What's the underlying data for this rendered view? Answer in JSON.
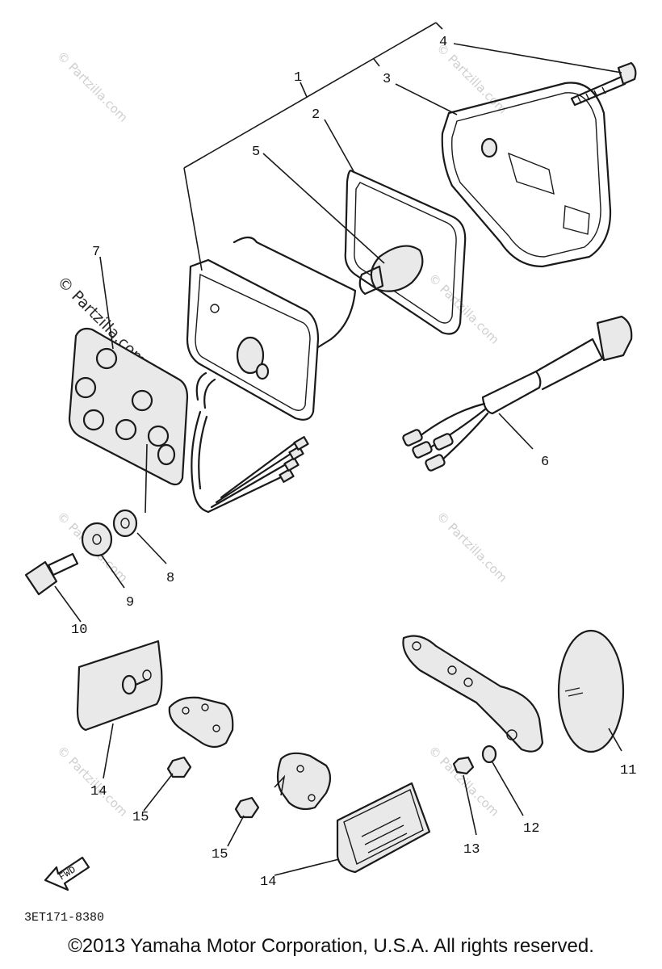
{
  "callouts": {
    "c1": "1",
    "c2": "2",
    "c3": "3",
    "c4": "4",
    "c5": "5",
    "c6": "6",
    "c7": "7",
    "c8": "8",
    "c9": "9",
    "c10": "10",
    "c11": "11",
    "c12": "12",
    "c13": "13",
    "c14a": "14",
    "c14b": "14",
    "c15a": "15",
    "c15b": "15"
  },
  "watermark": "© Partzilla.com",
  "fwd_label": "FWD",
  "diagram_code": "3ET171-8380",
  "copyright": "©2013 Yamaha Motor Corporation, U.S.A. All rights reserved."
}
